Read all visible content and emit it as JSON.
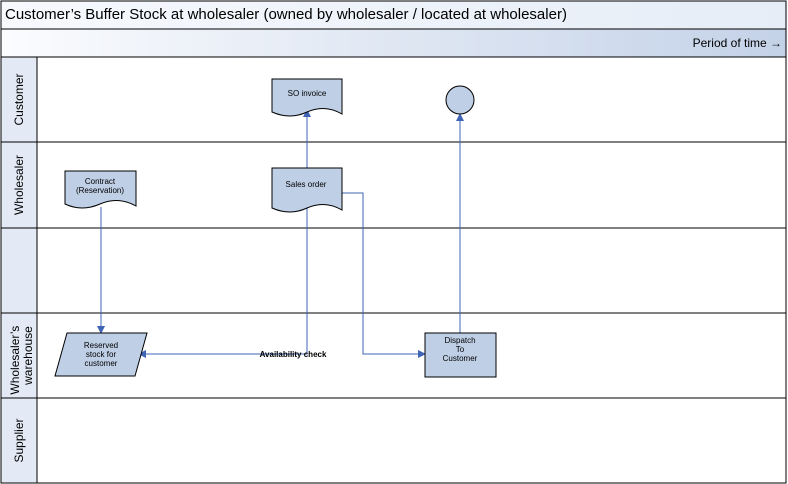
{
  "title": "Customer’s Buffer Stock at wholesaler (owned by wholesaler / located at wholesaler)",
  "period_label": "Period of time →",
  "colors": {
    "title_bg": "#f1f5fb",
    "period_bg_light": "#fbfcfe",
    "period_bg_dark": "#c4d2e8",
    "lane_header_bg": "#e3eaf5",
    "shape_fill": "#bfcfe6",
    "connector": "#3f64b4"
  },
  "lanes": [
    {
      "id": "customer",
      "label": "Customer"
    },
    {
      "id": "wholesaler",
      "label": "Wholesaler"
    },
    {
      "id": "blank",
      "label": ""
    },
    {
      "id": "warehouse",
      "label": "Wholesaler’s warehouse"
    },
    {
      "id": "supplier",
      "label": "Supplier"
    }
  ],
  "nodes": {
    "so_invoice": {
      "type": "document",
      "lines": [
        "SO invoice"
      ]
    },
    "end_event": {
      "type": "circle",
      "lines": []
    },
    "contract": {
      "type": "document",
      "lines": [
        "Contract",
        "(Reservation)"
      ]
    },
    "sales_order": {
      "type": "document",
      "lines": [
        "Sales order"
      ]
    },
    "reserved_stock": {
      "type": "data",
      "lines": [
        "Reserved",
        "stock for",
        "customer"
      ]
    },
    "dispatch": {
      "type": "process",
      "lines": [
        "Dispatch",
        "To",
        "Customer"
      ]
    }
  },
  "connectors": [
    {
      "id": "sales-order-to-so-invoice",
      "label": ""
    },
    {
      "id": "contract-to-reserved-stock",
      "label": ""
    },
    {
      "id": "sales-order-to-reserved-stock",
      "label": "Availability check"
    },
    {
      "id": "sales-order-to-dispatch",
      "label": ""
    },
    {
      "id": "dispatch-to-end-event",
      "label": ""
    }
  ]
}
